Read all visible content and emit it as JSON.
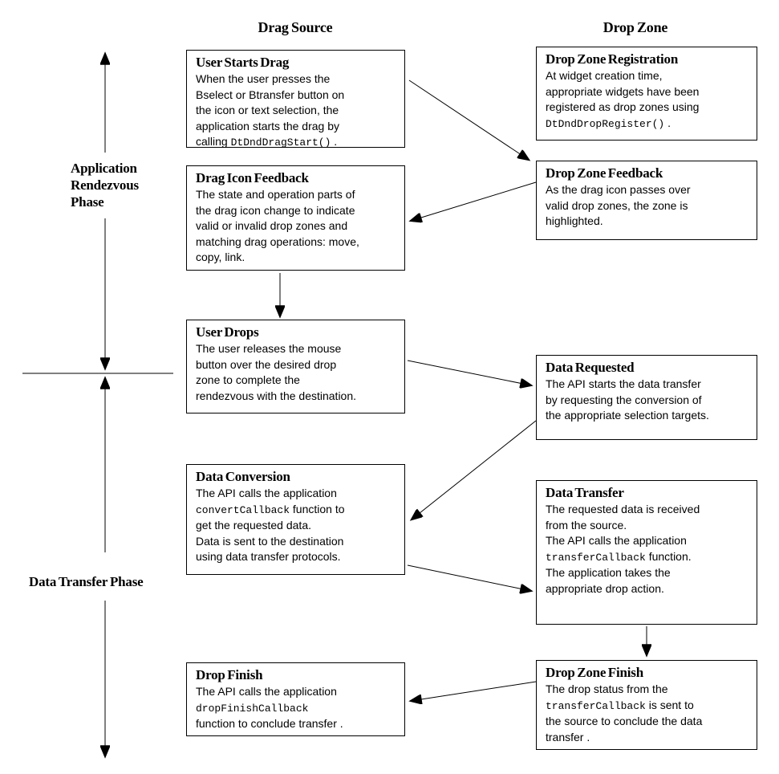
{
  "diagram": {
    "colors": {
      "foreground": "#000000",
      "background": "#ffffff"
    },
    "column_headers": {
      "left": "Drag Source",
      "right": "Drop Zone"
    },
    "phase_labels": {
      "application_rendezvous": {
        "lines": [
          "Application",
          "Rendezvous",
          "Phase"
        ]
      },
      "data_transfer": {
        "lines": [
          "Data Transfer Phase"
        ]
      }
    },
    "boxes": [
      {
        "id": "user-starts-drag",
        "column": "drag-source",
        "title": "User Starts Drag",
        "lines": [
          [
            {
              "code": false,
              "text": "When the user presses the"
            }
          ],
          [
            {
              "code": false,
              "text": "Bselect or Btransfer button on"
            }
          ],
          [
            {
              "code": false,
              "text": "the icon or text selection, the"
            }
          ],
          [
            {
              "code": false,
              "text": "application starts the drag by"
            }
          ],
          [
            {
              "code": false,
              "text": "calling "
            },
            {
              "code": true,
              "text": "DtDndDragStart()"
            },
            {
              "code": false,
              "text": " ."
            }
          ]
        ]
      },
      {
        "id": "drop-zone-registration",
        "column": "drop-zone",
        "title": "Drop Zone Registration",
        "lines": [
          [
            {
              "code": false,
              "text": "At widget creation time,"
            }
          ],
          [
            {
              "code": false,
              "text": "appropriate widgets have been"
            }
          ],
          [
            {
              "code": false,
              "text": "registered as drop zones using"
            }
          ],
          [
            {
              "code": true,
              "text": "DtDndDropRegister()"
            },
            {
              "code": false,
              "text": " ."
            }
          ]
        ]
      },
      {
        "id": "drag-icon-feedback",
        "column": "drag-source",
        "title": "Drag Icon Feedback",
        "lines": [
          [
            {
              "code": false,
              "text": "The state and operation parts of"
            }
          ],
          [
            {
              "code": false,
              "text": "the drag icon change to indicate"
            }
          ],
          [
            {
              "code": false,
              "text": "valid or invalid drop zones and"
            }
          ],
          [
            {
              "code": false,
              "text": "matching drag operations: move,"
            }
          ],
          [
            {
              "code": false,
              "text": "copy, link."
            }
          ]
        ]
      },
      {
        "id": "drop-zone-feedback",
        "column": "drop-zone",
        "title": "Drop Zone Feedback",
        "lines": [
          [
            {
              "code": false,
              "text": "As the drag icon passes over"
            }
          ],
          [
            {
              "code": false,
              "text": "valid drop zones, the zone is"
            }
          ],
          [
            {
              "code": false,
              "text": "highlighted."
            }
          ]
        ]
      },
      {
        "id": "user-drops",
        "column": "drag-source",
        "title": "User Drops",
        "lines": [
          [
            {
              "code": false,
              "text": "The user releases the mouse"
            }
          ],
          [
            {
              "code": false,
              "text": "button over the desired drop"
            }
          ],
          [
            {
              "code": false,
              "text": "zone to complete the"
            }
          ],
          [
            {
              "code": false,
              "text": "rendezvous with the destination."
            }
          ]
        ]
      },
      {
        "id": "data-requested",
        "column": "drop-zone",
        "title": "Data Requested",
        "lines": [
          [
            {
              "code": false,
              "text": "The API starts the data transfer"
            }
          ],
          [
            {
              "code": false,
              "text": "by requesting the conversion of"
            }
          ],
          [
            {
              "code": false,
              "text": "the appropriate selection targets."
            }
          ]
        ]
      },
      {
        "id": "data-conversion",
        "column": "drag-source",
        "title": "Data Conversion",
        "lines": [
          [
            {
              "code": false,
              "text": "The API calls the application"
            }
          ],
          [
            {
              "code": true,
              "text": "convertCallback"
            },
            {
              "code": false,
              "text": " function to"
            }
          ],
          [
            {
              "code": false,
              "text": "get the requested data."
            }
          ],
          [
            {
              "code": false,
              "text": "Data is sent to the destination"
            }
          ],
          [
            {
              "code": false,
              "text": "using data transfer protocols."
            }
          ]
        ]
      },
      {
        "id": "data-transfer",
        "column": "drop-zone",
        "title": "Data Transfer",
        "lines": [
          [
            {
              "code": false,
              "text": "The requested data is received"
            }
          ],
          [
            {
              "code": false,
              "text": "from the source."
            }
          ],
          [
            {
              "code": false,
              "text": "The API calls the application"
            }
          ],
          [
            {
              "code": true,
              "text": "transferCallback"
            },
            {
              "code": false,
              "text": " function."
            }
          ],
          [
            {
              "code": false,
              "text": "The application takes the"
            }
          ],
          [
            {
              "code": false,
              "text": "appropriate drop action."
            }
          ]
        ]
      },
      {
        "id": "drop-finish",
        "column": "drag-source",
        "title": "Drop Finish",
        "lines": [
          [
            {
              "code": false,
              "text": "The API calls the application"
            }
          ],
          [
            {
              "code": true,
              "text": "dropFinishCallback"
            }
          ],
          [
            {
              "code": false,
              "text": "function to conclude transfer ."
            }
          ]
        ]
      },
      {
        "id": "drop-zone-finish",
        "column": "drop-zone",
        "title": "Drop Zone Finish",
        "lines": [
          [
            {
              "code": false,
              "text": "The drop status from the"
            }
          ],
          [
            {
              "code": true,
              "text": "transferCallback"
            },
            {
              "code": false,
              "text": " is sent to"
            }
          ],
          [
            {
              "code": false,
              "text": "the source to conclude the data"
            }
          ],
          [
            {
              "code": false,
              "text": "transfer ."
            }
          ]
        ]
      }
    ],
    "arrows": [
      {
        "from": "user-starts-drag",
        "to": "drop-zone-feedback"
      },
      {
        "from": "drop-zone-feedback",
        "to": "drag-icon-feedback"
      },
      {
        "from": "drag-icon-feedback",
        "to": "user-drops"
      },
      {
        "from": "user-drops",
        "to": "data-requested"
      },
      {
        "from": "data-requested",
        "to": "data-conversion"
      },
      {
        "from": "data-conversion",
        "to": "data-transfer"
      },
      {
        "from": "data-transfer",
        "to": "drop-zone-finish"
      },
      {
        "from": "drop-zone-finish",
        "to": "drop-finish"
      },
      {
        "from": "application-rendezvous-phase-span",
        "to": "both-directions"
      },
      {
        "from": "data-transfer-phase-span",
        "to": "both-directions"
      }
    ]
  }
}
